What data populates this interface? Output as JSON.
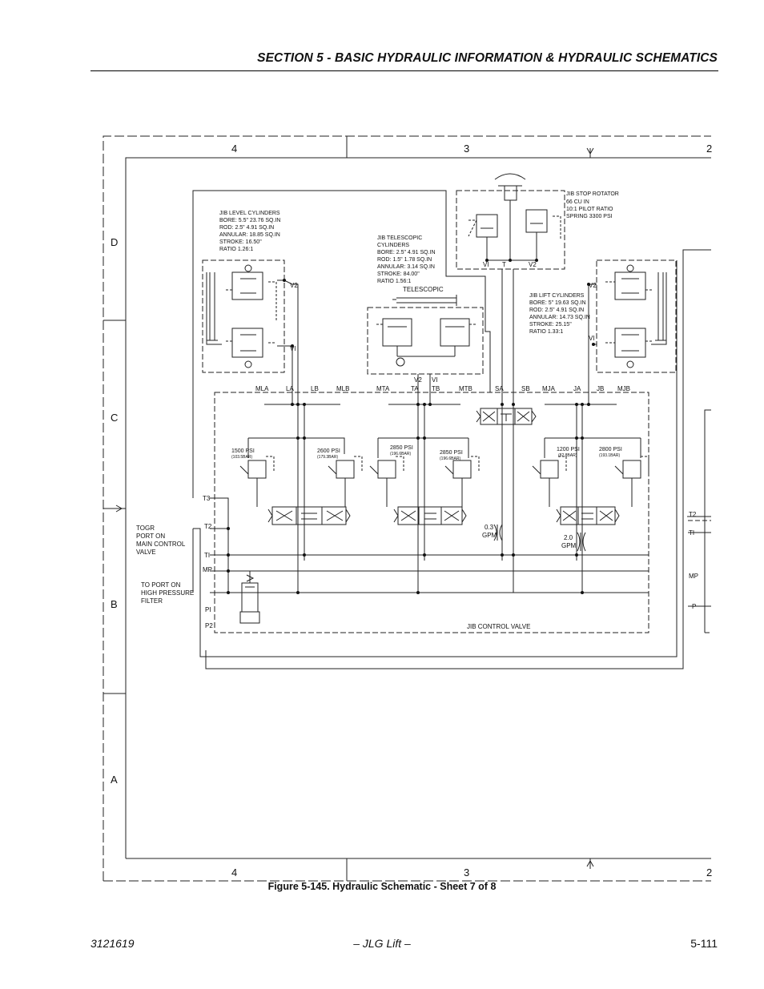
{
  "header": {
    "section_title": "SECTION 5 - BASIC HYDRAULIC INFORMATION & HYDRAULIC SCHEMATICS"
  },
  "frame": {
    "columns": [
      "4",
      "3",
      "2"
    ],
    "rows": [
      "D",
      "C",
      "B",
      "A"
    ]
  },
  "notes": {
    "jib_level": [
      "JIB LEVEL CYLINDERS",
      "BORE: 5.5\" 23.76 SQ.IN",
      "ROD: 2.5\" 4.91 SQ.IN",
      "ANNULAR: 18.85 SQ.IN",
      "STROKE: 16.50\"",
      "RATIO 1.26:1"
    ],
    "jib_telescopic": [
      "JIB TELESCOPIC",
      "CYLINDERS",
      "BORE: 2.5\" 4.91 SQ.IN",
      "ROD: 1.5\" 1.78 SQ.IN",
      "ANNULAR: 3.14 SQ.IN",
      "STROKE: 84.00\"",
      "RATIO 1.56:1"
    ],
    "jib_stop_rotator": [
      "JIB STOP ROTATOR",
      "66 CU IN",
      "10:1 PILOT RATIO",
      "SPRING 3300 PSI"
    ],
    "jib_lift": [
      "JIB LIFT CYLINDERS",
      "BORE: 5\" 19.63 SQ.IN",
      "ROD: 2.5\" 4.91 SQ.IN",
      "ANNULAR: 14.73 SQ.IN",
      "STROKE: 25.15\"",
      "RATIO 1.33:1"
    ],
    "togr": [
      "TOGR",
      "PORT ON",
      "MAIN CONTROL",
      "VALVE"
    ],
    "hp_filter": [
      "TO PORT ON",
      "HIGH PRESSURE",
      "FILTER"
    ]
  },
  "labels": {
    "telescopic": "TELESCOPIC",
    "jib_control_valve": "JIB CONTROL VALVE",
    "v2": "V2",
    "v1": "VI",
    "t": "T",
    "ports_top": [
      "MLA",
      "LA",
      "LB",
      "MLB",
      "MTA",
      "TA",
      "TB",
      "MTB",
      "SA",
      "SB",
      "MJA",
      "JA",
      "JB",
      "MJB"
    ],
    "ports_left": [
      "T3",
      "T2",
      "TI",
      "MP",
      "PI",
      "P2"
    ],
    "ports_right": [
      "T2",
      "TI",
      "MP",
      "P"
    ],
    "relief": [
      {
        "psi": "1500 PSI",
        "bar": "(103.5BAR)"
      },
      {
        "psi": "2600 PSI",
        "bar": "(179.3BAR)"
      },
      {
        "psi": "2850 PSI",
        "bar": "(196.6BAR)"
      },
      {
        "psi": "2850 PSI",
        "bar": "(196.6BAR)"
      },
      {
        "psi": "1200 PSI",
        "bar": "(82.8BAR)"
      },
      {
        "psi": "2800 PSI",
        "bar": "(193.1BAR)"
      }
    ],
    "orifice1": [
      "0.3",
      "GPM"
    ],
    "orifice2": [
      "2.0",
      "GPM"
    ]
  },
  "caption": "Figure 5-145.  Hydraulic Schematic - Sheet 7 of 8",
  "footer": {
    "doc_number": "3121619",
    "center": "– JLG Lift –",
    "page": "5-111"
  }
}
